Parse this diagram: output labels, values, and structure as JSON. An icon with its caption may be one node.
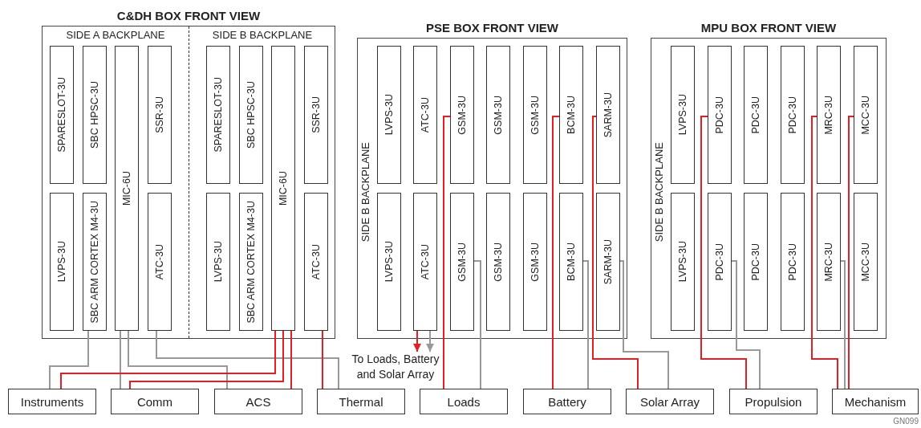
{
  "diagram": {
    "nodes": [
      {
        "text": [
          "C&DH BOX FRONT VIEW"
        ]
      },
      {
        "text": [
          "SIDE A BACKPLANE"
        ],
        "in": 0
      },
      {
        "text": [
          "SPARESLOT-3U"
        ],
        "in": 1
      },
      {
        "text": [
          "SBC HPSC-3U"
        ],
        "in": 1
      },
      {
        "text": [
          "MIC-6U"
        ],
        "in": 1
      },
      {
        "text": [
          "SSR-3U"
        ],
        "in": 1
      },
      {
        "text": [
          "LVPS-3U"
        ],
        "in": 1
      },
      {
        "text": [
          "SBC ARM CORTEX M4-3U"
        ],
        "in": 1
      },
      {
        "text": [
          "ATC-3U"
        ],
        "in": 1
      },
      {
        "text": [
          "SIDE B BACKPLANE"
        ],
        "in": 0
      },
      {
        "text": [
          "SPARESLOT-3U"
        ],
        "in": 9
      },
      {
        "text": [
          "SBC HPSC-3U"
        ],
        "in": 9
      },
      {
        "text": [
          "MIC-6U"
        ],
        "in": 9
      },
      {
        "text": [
          "SSR-3U"
        ],
        "in": 9
      },
      {
        "text": [
          "LVPS-3U"
        ],
        "in": 9
      },
      {
        "text": [
          "SBC ARM CORTEX M4-3U"
        ],
        "in": 9
      },
      {
        "text": [
          "ATC-3U"
        ],
        "in": 9
      },
      {
        "text": [
          "PSE BOX FRONT VIEW",
          "SIDE B BACKPLANE"
        ]
      },
      {
        "text": [
          "LVPS-3U"
        ],
        "in": 17
      },
      {
        "text": [
          "ATC-3U"
        ],
        "in": 17
      },
      {
        "text": [
          "GSM-3U"
        ],
        "in": 17
      },
      {
        "text": [
          "GSM-3U"
        ],
        "in": 17
      },
      {
        "text": [
          "GSM-3U"
        ],
        "in": 17
      },
      {
        "text": [
          "BCM-3U"
        ],
        "in": 17
      },
      {
        "text": [
          "SARM-3U"
        ],
        "in": 17
      },
      {
        "text": [
          "LVPS-3U"
        ],
        "in": 17
      },
      {
        "text": [
          "ATC-3U"
        ],
        "in": 17
      },
      {
        "text": [
          "GSM-3U"
        ],
        "in": 17
      },
      {
        "text": [
          "GSM-3U"
        ],
        "in": 17
      },
      {
        "text": [
          "GSM-3U"
        ],
        "in": 17
      },
      {
        "text": [
          "BCM-3U"
        ],
        "in": 17
      },
      {
        "text": [
          "SARM-3U"
        ],
        "in": 17
      },
      {
        "text": [
          "MPU BOX FRONT VIEW",
          "SIDE B BACKPLANE"
        ]
      },
      {
        "text": [
          "LVPS-3U"
        ],
        "in": 32
      },
      {
        "text": [
          "PDC-3U"
        ],
        "in": 32
      },
      {
        "text": [
          "PDC-3U"
        ],
        "in": 32
      },
      {
        "text": [
          "PDC-3U"
        ],
        "in": 32
      },
      {
        "text": [
          "MRC-3U"
        ],
        "in": 32
      },
      {
        "text": [
          "MCC-3U"
        ],
        "in": 32
      },
      {
        "text": [
          "LVPS-3U"
        ],
        "in": 32
      },
      {
        "text": [
          "PDC-3U"
        ],
        "in": 32
      },
      {
        "text": [
          "PDC-3U"
        ],
        "in": 32
      },
      {
        "text": [
          "PDC-3U"
        ],
        "in": 32
      },
      {
        "text": [
          "MRC-3U"
        ],
        "in": 32
      },
      {
        "text": [
          "MCC-3U"
        ],
        "in": 32
      },
      {
        "text": [
          "To Loads, Battery and Solar Array"
        ]
      },
      {
        "text": [
          "Instruments"
        ]
      },
      {
        "text": [
          "Comm"
        ]
      },
      {
        "text": [
          "ACS"
        ]
      },
      {
        "text": [
          "Thermal"
        ]
      },
      {
        "text": [
          "Loads"
        ]
      },
      {
        "text": [
          "Battery"
        ]
      },
      {
        "text": [
          "Solar Array"
        ]
      },
      {
        "text": [
          "Propulsion"
        ]
      },
      {
        "text": [
          "Mechanism"
        ]
      }
    ],
    "edges": [
      {
        "from": 7,
        "to": 46,
        "arrow": "none",
        "color": "#999999"
      },
      {
        "from": 4,
        "to": 47,
        "arrow": "none",
        "color": "#999999"
      },
      {
        "from": 4,
        "to": 48,
        "arrow": "none",
        "color": "#999999"
      },
      {
        "from": 8,
        "to": 49,
        "arrow": "none",
        "color": "#999999"
      },
      {
        "from": 12,
        "to": 46,
        "arrow": "none",
        "color": "#e31e24"
      },
      {
        "from": 12,
        "to": 47,
        "arrow": "none",
        "color": "#e31e24"
      },
      {
        "from": 12,
        "to": 48,
        "arrow": "none",
        "color": "#e31e24"
      },
      {
        "from": 16,
        "to": 49,
        "arrow": "none",
        "color": "#e31e24"
      },
      {
        "from": 26,
        "to": 45,
        "arrow": "to",
        "color": "#e31e24"
      },
      {
        "from": 26,
        "to": 45,
        "arrow": "to",
        "color": "#999999"
      },
      {
        "from": 20,
        "to": 50,
        "arrow": "none",
        "color": "#e31e24"
      },
      {
        "from": 27,
        "to": 50,
        "arrow": "none",
        "color": "#999999"
      },
      {
        "from": 23,
        "to": 51,
        "arrow": "none",
        "color": "#e31e24"
      },
      {
        "from": 30,
        "to": 51,
        "arrow": "none",
        "color": "#999999"
      },
      {
        "from": 24,
        "to": 52,
        "arrow": "none",
        "color": "#e31e24"
      },
      {
        "from": 31,
        "to": 52,
        "arrow": "none",
        "color": "#999999"
      },
      {
        "from": 34,
        "to": 53,
        "arrow": "none",
        "color": "#e31e24"
      },
      {
        "from": 40,
        "to": 53,
        "arrow": "none",
        "color": "#999999"
      },
      {
        "from": 37,
        "to": 54,
        "arrow": "none",
        "color": "#e31e24"
      },
      {
        "from": 43,
        "to": 54,
        "arrow": "none",
        "color": "#999999"
      },
      {
        "from": 38,
        "to": 54,
        "arrow": "none",
        "color": "#e31e24"
      }
    ],
    "labels": [
      "GN099"
    ]
  }
}
